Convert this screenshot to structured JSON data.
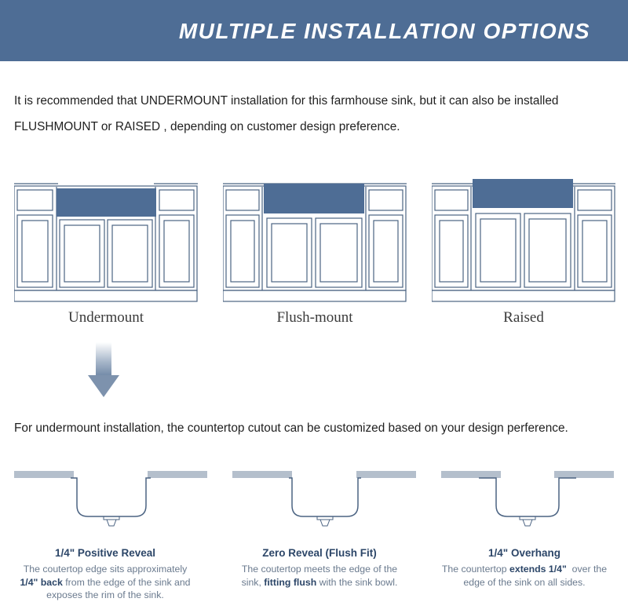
{
  "header": {
    "title": "MULTIPLE INSTALLATION OPTIONS"
  },
  "intro": {
    "line1": "It is recommended that UNDERMOUNT installation for this farmhouse sink, but it can also be installed",
    "line2": "FLUSHMOUNT or RAISED , depending on customer design preference."
  },
  "installations": [
    {
      "label": "Undermount"
    },
    {
      "label": "Flush-mount"
    },
    {
      "label": "Raised"
    }
  ],
  "cutout_intro": "For undermount installation, the countertop cutout can be customized based on your design perference.",
  "options": [
    {
      "title": "1/4\" Positive Reveal",
      "desc_a": "The coutertop edge sits approximately",
      "desc_bold": "1/4\" back",
      "desc_b": " from the edge of the sink and",
      "desc_c": "exposes the rim of the sink."
    },
    {
      "title": "Zero Reveal (Flush Fit)",
      "desc_a": "The coutertop meets the edge of the",
      "desc_pre": "sink, ",
      "desc_bold": "fitting flush",
      "desc_b": " with the sink bowl."
    },
    {
      "title": "1/4\" Overhang",
      "desc_pre": "The countertop ",
      "desc_bold": "extends 1/4\"",
      "desc_a": "  over the",
      "desc_c": "edge of the sink on all sides."
    }
  ],
  "colors": {
    "banner": "#4e6d95",
    "sink": "#4e6d95",
    "line": "#4b6382",
    "countertop": "#b4bfcc",
    "arrow": "#7d92ad"
  }
}
